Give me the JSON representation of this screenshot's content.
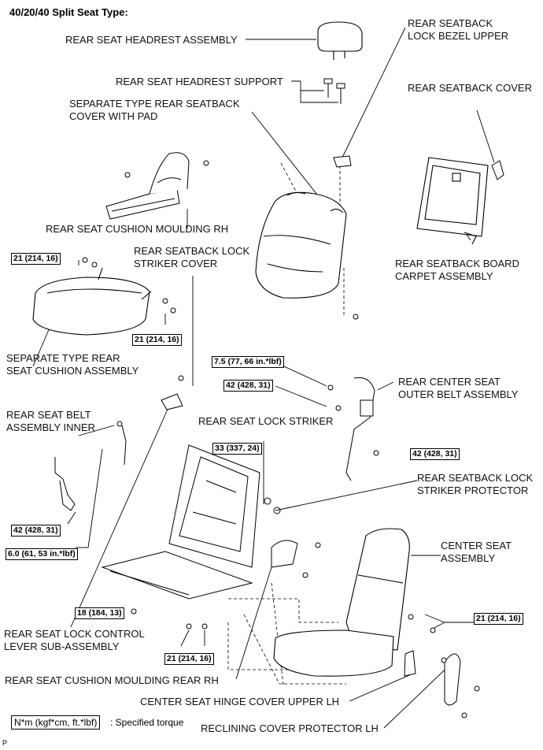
{
  "title": "40/20/40 Split Seat Type:",
  "labels": {
    "headrest_assembly": "REAR SEAT HEADREST ASSEMBLY",
    "headrest_support": "REAR SEAT HEADREST SUPPORT",
    "separate_cover_l1": "SEPARATE TYPE REAR SEATBACK",
    "separate_cover_l2": "COVER WITH PAD",
    "lock_bezel_l1": "REAR SEATBACK",
    "lock_bezel_l2": "LOCK BEZEL UPPER",
    "seatback_cover": "REAR SEATBACK COVER",
    "cushion_moulding_rh": "REAR SEAT CUSHION MOULDING RH",
    "striker_cover_l1": "REAR SEATBACK LOCK",
    "striker_cover_l2": "STRIKER COVER",
    "board_carpet_l1": "REAR SEATBACK BOARD",
    "board_carpet_l2": "CARPET ASSEMBLY",
    "cushion_assembly_l1": "SEPARATE TYPE REAR",
    "cushion_assembly_l2": "SEAT CUSHION ASSEMBLY",
    "center_outer_belt_l1": "REAR CENTER SEAT",
    "center_outer_belt_l2": "OUTER BELT ASSEMBLY",
    "belt_inner_l1": "REAR SEAT BELT",
    "belt_inner_l2": "ASSEMBLY INNER",
    "lock_striker": "REAR SEAT LOCK STRIKER",
    "striker_protector_l1": "REAR SEATBACK LOCK",
    "striker_protector_l2": "STRIKER PROTECTOR",
    "center_seat_l1": "CENTER SEAT",
    "center_seat_l2": "ASSEMBLY",
    "control_lever_l1": "REAR SEAT LOCK CONTROL",
    "control_lever_l2": "LEVER SUB-ASSEMBLY",
    "cushion_moulding_rear_rh": "REAR SEAT CUSHION MOULDING REAR RH",
    "hinge_cover": "CENTER SEAT HINGE COVER UPPER LH",
    "reclining_cover": "RECLINING COVER PROTECTOR LH"
  },
  "torques": {
    "t1": "21 (214, 16)",
    "t2": "21 (214, 16)",
    "t3": "7.5 (77, 66 in.*lbf)",
    "t4": "42 (428, 31)",
    "t5": "33 (337, 24)",
    "t6": "42 (428, 31)",
    "t7": "42 (428, 31)",
    "t8": "6.0 (61, 53 in.*lbf)",
    "t9": "18 (184, 13)",
    "t10": "21 (214, 16)",
    "t11": "21 (214, 16)"
  },
  "legend": {
    "box": "N*m (kgf*cm, ft.*lbf)",
    "text": ": Specified torque"
  },
  "corner_mark": "P"
}
